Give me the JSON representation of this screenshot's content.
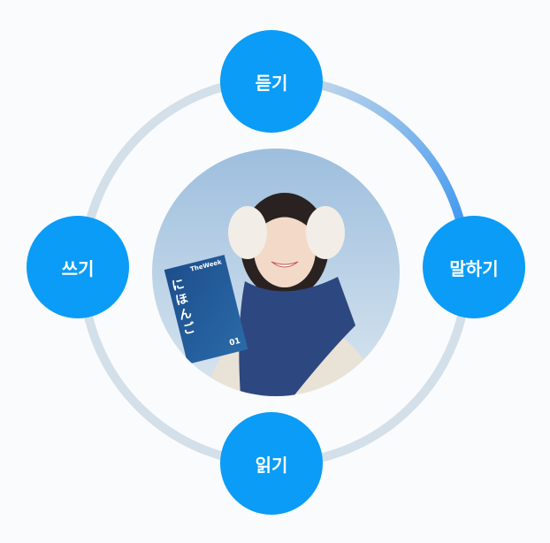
{
  "skills": {
    "listening": "듣기",
    "speaking": "말하기",
    "reading": "읽기",
    "writing": "쓰기"
  },
  "photo": {
    "book_brand": "TheWeek",
    "book_title": "にほんご",
    "book_issue": "01"
  },
  "colors": {
    "node": "#0a9cf6",
    "ring": "#d3dfe9",
    "ring_active": "#2b8ef0"
  }
}
